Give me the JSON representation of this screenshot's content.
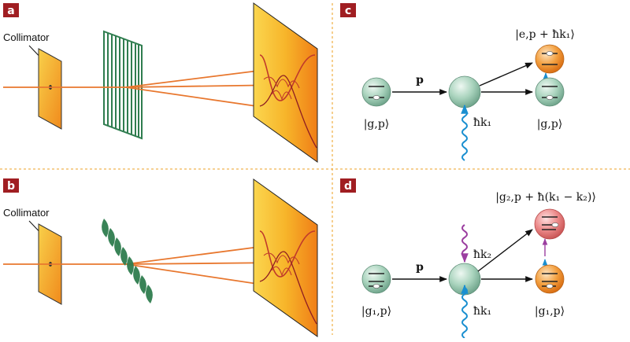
{
  "panels": {
    "a": {
      "label": "a",
      "collimator_label": "Collimator"
    },
    "b": {
      "label": "b",
      "collimator_label": "Collimator"
    },
    "c": {
      "label": "c",
      "state_initial": "|g,p⟩",
      "momentum_label": "p",
      "photon_label": "ħk₁",
      "state_excited": "|e,p + ħk₁⟩",
      "state_ground_final": "|g,p⟩"
    },
    "d": {
      "label": "d",
      "state_initial": "|g₁,p⟩",
      "momentum_label": "p",
      "photon_label_1": "ħk₁",
      "photon_label_2": "ħk₂",
      "state_g2": "|g₂,p + ħ(k₁ − k₂)⟩",
      "state_g1_final": "|g₁,p⟩"
    }
  },
  "colors": {
    "label_box": "#a01e22",
    "beam": "#e8772e",
    "grating": "#2f7d4f",
    "divider": "#f0b552",
    "sphere_green": "#9fcfb6",
    "sphere_orange": "#f19a3a",
    "sphere_pink": "#ea7d7d",
    "photon_blue": "#1a8fd0",
    "photon_purple": "#9b3ea0"
  }
}
